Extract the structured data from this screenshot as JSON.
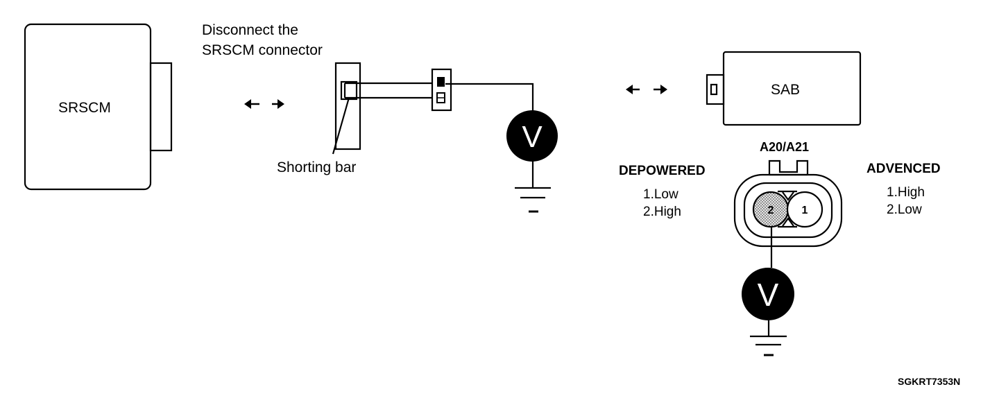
{
  "labels": {
    "srscm": "SRSCM",
    "disconnect_line1": "Disconnect the",
    "disconnect_line2": "SRSCM connector",
    "shorting_bar": "Shorting bar",
    "sab": "SAB",
    "connector_id": "A20/A21",
    "depowered": {
      "title": "DEPOWERED",
      "line1": "1.Low",
      "line2": "2.High"
    },
    "advenced": {
      "title": "ADVENCED",
      "line1": "1.High",
      "line2": "2.Low"
    },
    "pin1": "1",
    "pin2": "2",
    "voltmeter_left": "V",
    "voltmeter_right": "V",
    "figure_code": "SGKRT7353N"
  },
  "colors": {
    "line": "#000000",
    "meter_fill": "#000000",
    "meter_text": "#ffffff",
    "pin2_fill": "#cfcfcf",
    "background": "#ffffff"
  }
}
